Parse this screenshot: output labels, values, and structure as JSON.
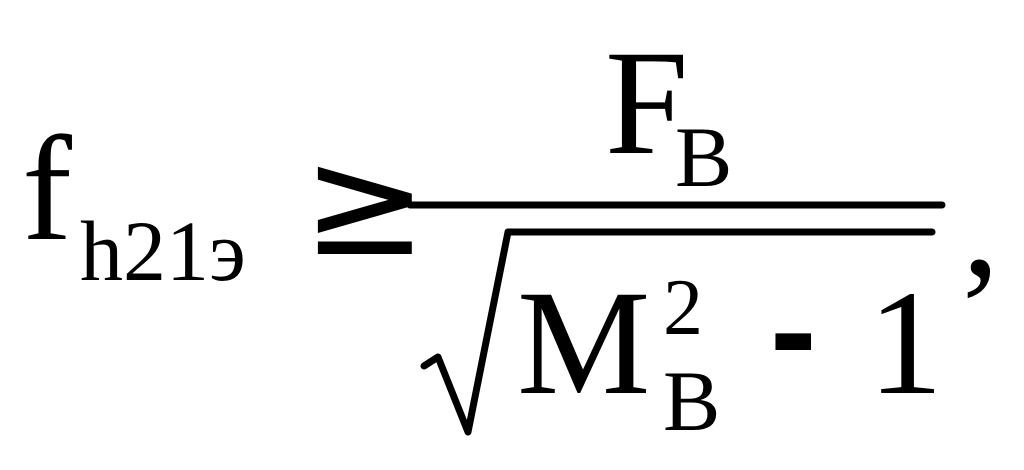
{
  "formula": {
    "lhs": {
      "base": "f",
      "subscript": "h21э"
    },
    "relation": "≥",
    "numerator": {
      "base": "F",
      "subscript": "B"
    },
    "denominator": {
      "radicand": {
        "base": "M",
        "superscript": "2",
        "subscript": "B",
        "operator": "-",
        "constant": "1"
      }
    },
    "trailing": ","
  },
  "colors": {
    "ink": "#000000",
    "background": "#ffffff"
  }
}
